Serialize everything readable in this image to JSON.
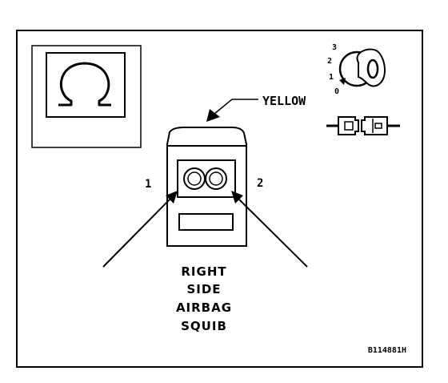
{
  "wire_color_label": "YELLOW",
  "terminal_left": "1",
  "terminal_right": "2",
  "component_lines": [
    "RIGHT",
    "SIDE",
    "AIRBAG",
    "SQUIB"
  ],
  "ignition_positions": [
    "3",
    "2",
    "1",
    "0"
  ],
  "figure_code": "B114881H",
  "icons": {
    "meter": "ohmmeter-omega-icon",
    "ignition": "ignition-key-icon",
    "connector": "disconnected-connector-icon"
  }
}
